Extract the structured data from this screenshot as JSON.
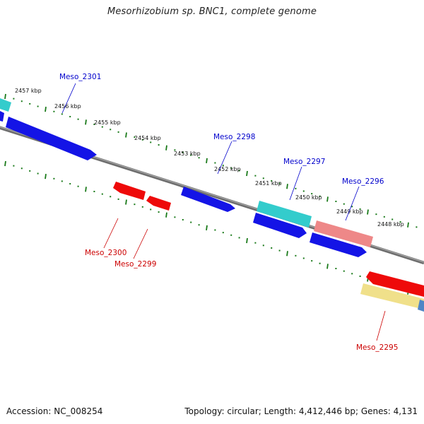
{
  "title": "Mesorhizobium sp. BNC1, complete genome",
  "footer": {
    "accession": "Accession: NC_008254",
    "summary": "Topology: circular; Length: 4,412,446 bp; Genes: 4,131"
  },
  "colors": {
    "backbone": "#808080",
    "tick": "#1a7a1a",
    "forward_label": "#0000cc",
    "reverse_label": "#cc0000",
    "blue": "#1414e6",
    "red": "#ee0a0a",
    "cyan": "#33cccc",
    "pink": "#ee8888",
    "yellow": "#f0e08a",
    "steel": "#4f86c6"
  },
  "kbp_labels": [
    "2457 kbp",
    "2456 kbp",
    "2455 kbp",
    "2454 kbp",
    "2453 kbp",
    "2452 kbp",
    "2451 kbp",
    "2450 kbp",
    "2449 kbp",
    "2448 kbp"
  ],
  "gene_labels_forward": [
    "Meso_2301",
    "Meso_2298",
    "Meso_2297",
    "Meso_2296"
  ],
  "gene_labels_reverse": [
    "Meso_2300",
    "Meso_2299",
    "Meso_2295"
  ]
}
